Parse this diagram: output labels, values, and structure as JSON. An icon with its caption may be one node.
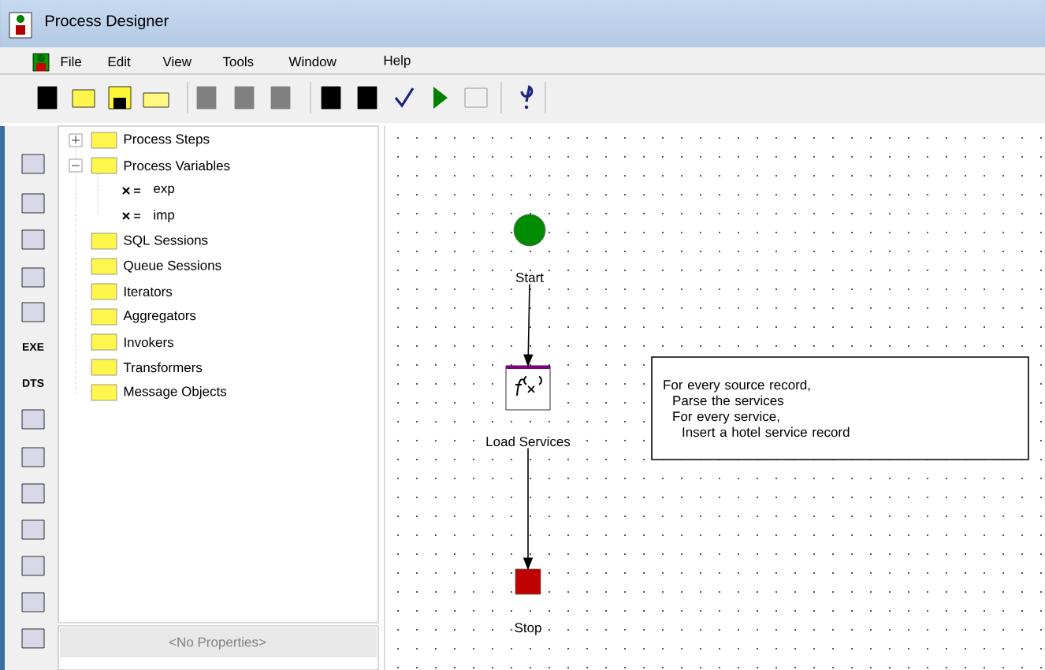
{
  "diagram": {
    "title": "Process Designer",
    "nodes": [
      {
        "text": [],
        "shape": "circle",
        "beside": [
          "Start"
        ]
      },
      {
        "text": [],
        "shape": "box",
        "beside": [
          "Load Services"
        ]
      },
      {
        "text": [],
        "shape": "box",
        "beside": [
          "Stop"
        ]
      },
      {
        "text": [
          "For every source record,",
          "Parse the services",
          "For every service,",
          "Insert a hotel service record"
        ]
      }
    ],
    "edges": [
      {
        "from": 0,
        "to": 1,
        "arrow": "to"
      },
      {
        "from": 1,
        "to": 2,
        "arrow": "to"
      }
    ],
    "labels": [
      "File",
      "Edit",
      "View",
      "Tools",
      "Window",
      "Help",
      "Process Steps",
      "Process Variables",
      "exp",
      "imp",
      "SQL Sessions",
      "Queue Sessions",
      "Iterators",
      "Aggregators",
      "Invokers",
      "Transformers",
      "Message Objects",
      "<No Properties>",
      "EXE",
      "DTS"
    ]
  }
}
